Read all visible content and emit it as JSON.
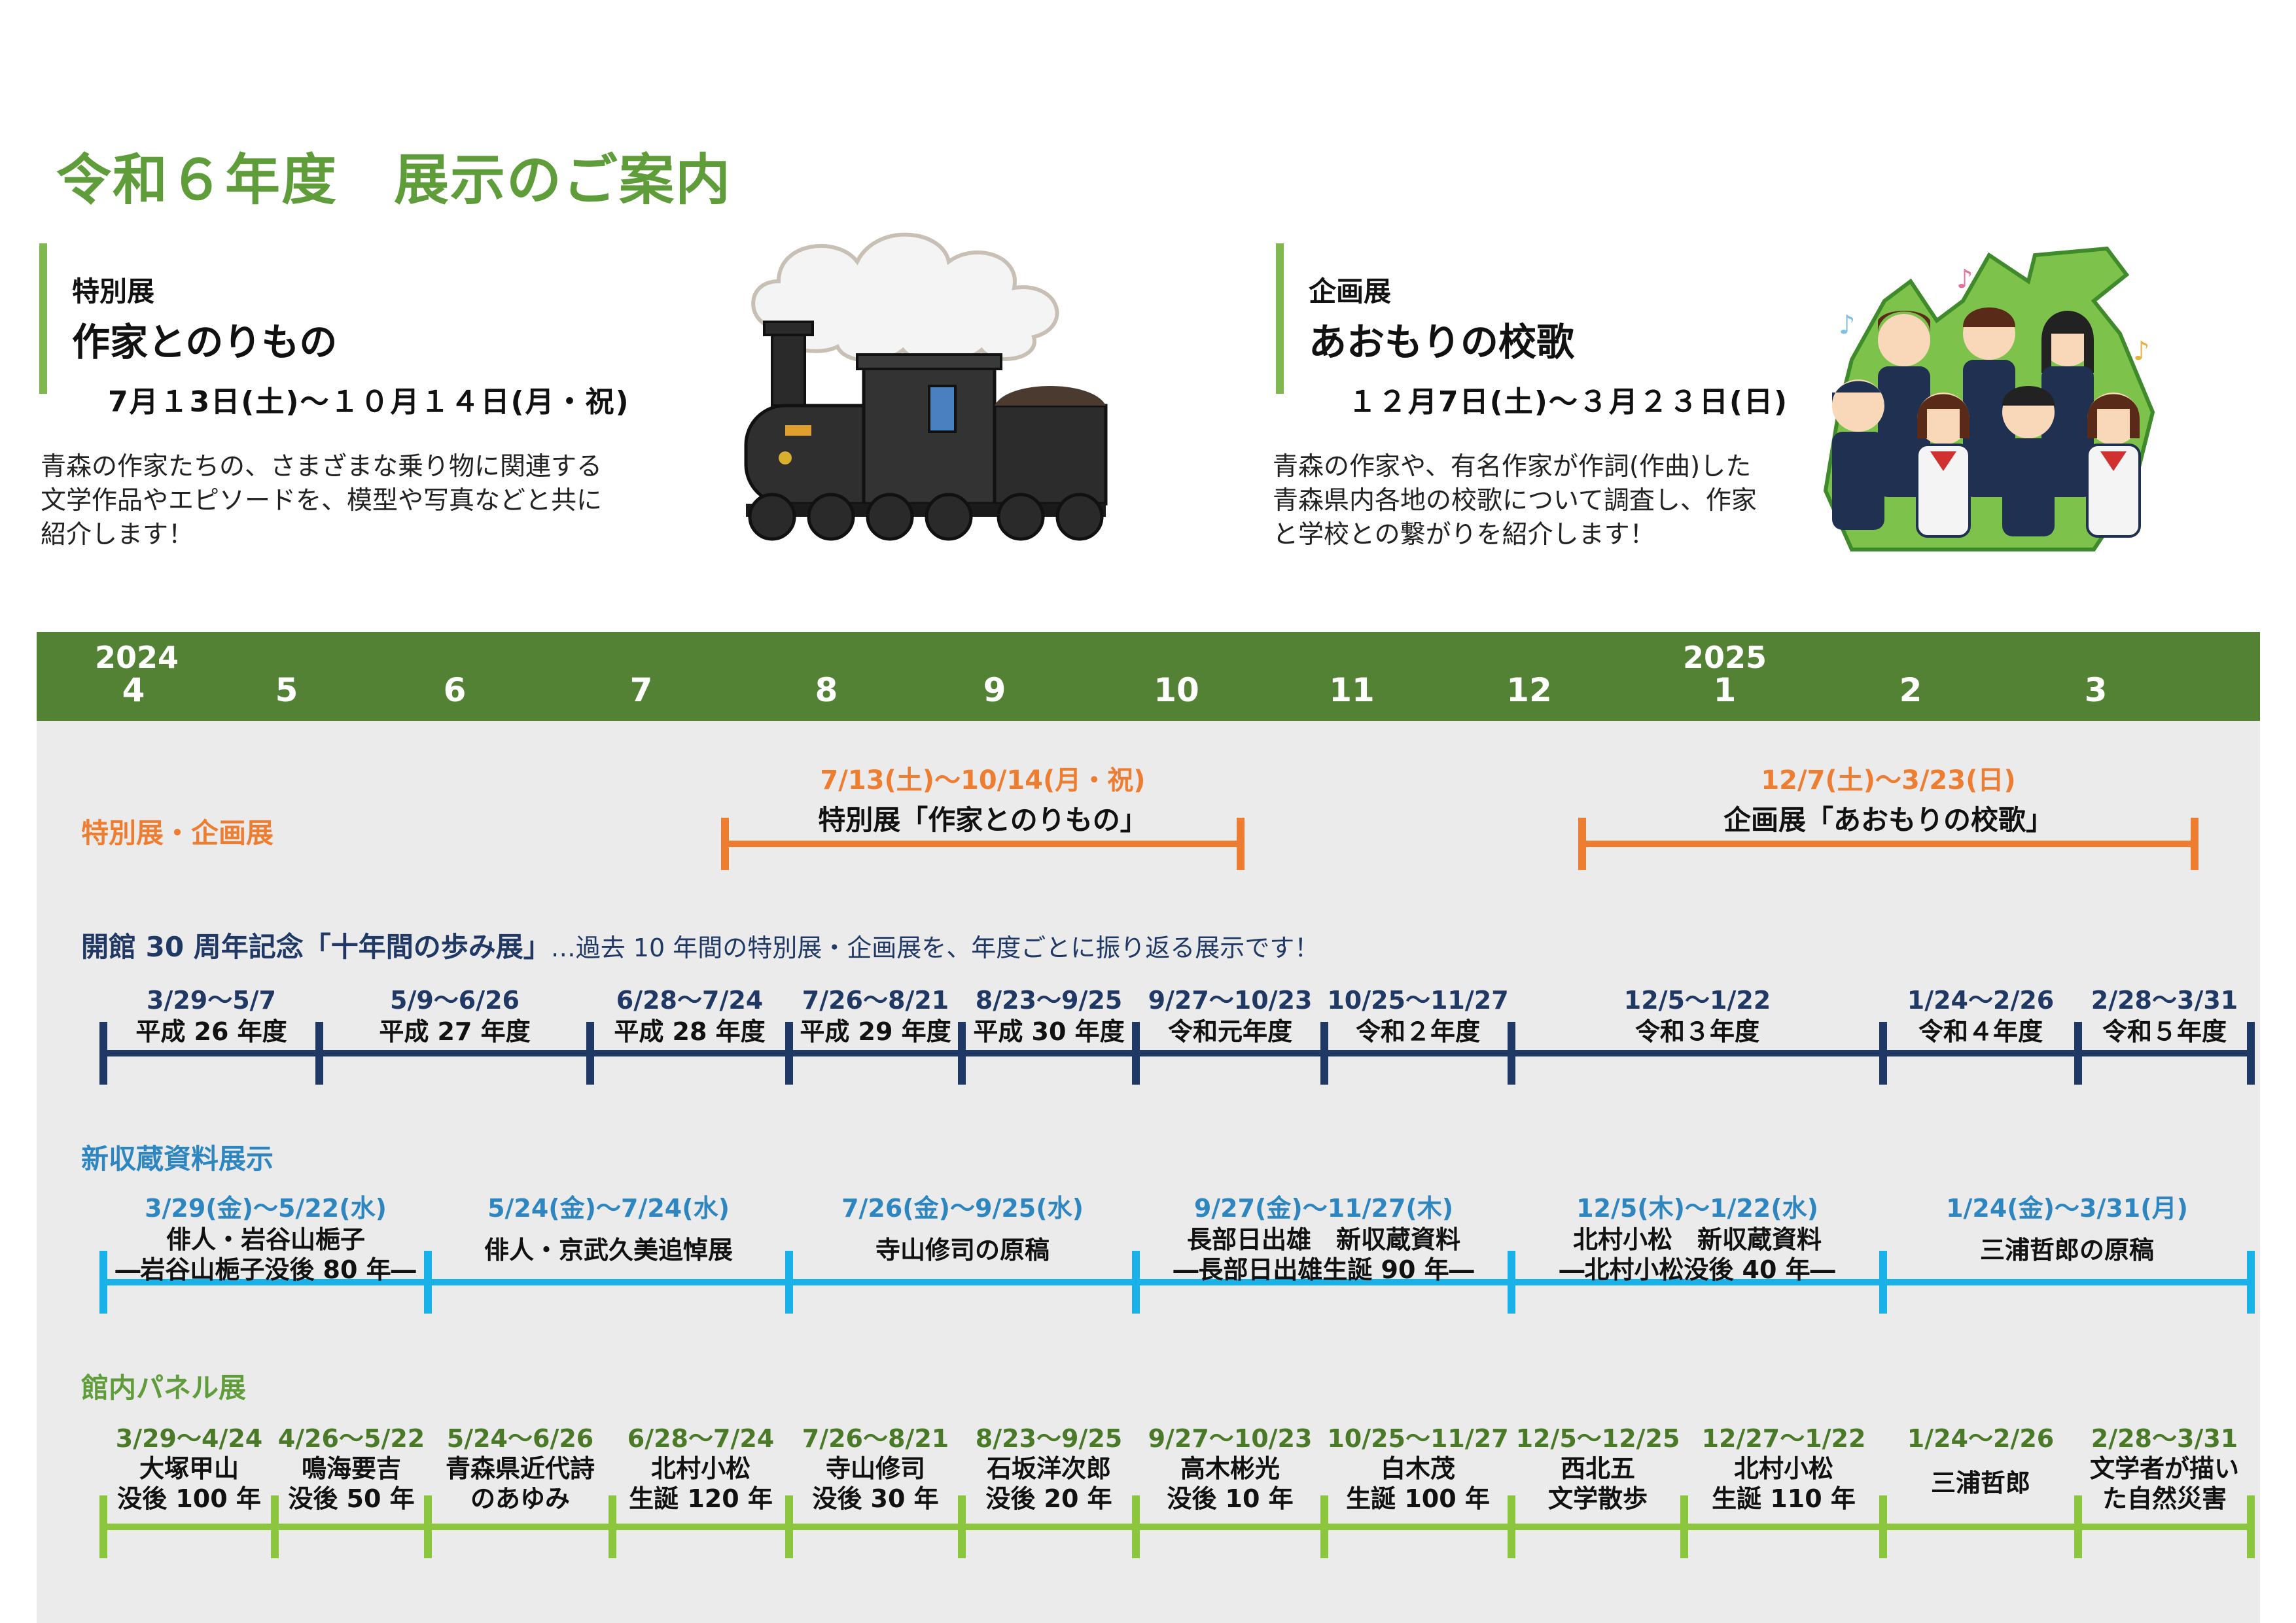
{
  "page_title": "令和６年度　展示のご案内",
  "special": {
    "category": "特別展",
    "name": "作家とのりもの",
    "dates": "7月１3日(土)～１０月１４日(月・祝)",
    "description": "青森の作家たちの、さまざまな乗り物に関連する\n文学作品やエピソードを、模型や写真などと共に\n紹介します！",
    "image": "steam-locomotive-illustration"
  },
  "planned": {
    "category": "企画展",
    "name": "あおもりの校歌",
    "dates": "１２月7日(土)～３月２３日(日)",
    "description": "青森の作家や、有名作家が作詞(作曲)した\n青森県内各地の校歌について調査し、作家\nと学校との繋がりを紹介します！",
    "image": "students-singing-illustration"
  },
  "timeline": {
    "year_2024": "2024",
    "year_2025": "2025",
    "months": [
      "4",
      "5",
      "6",
      "7",
      "8",
      "9",
      "10",
      "11",
      "12",
      "1",
      "2",
      "3"
    ],
    "colors": {
      "band": "#548235",
      "orange": "#ed7d31",
      "navy": "#203864",
      "blue": "#1ab0e8",
      "green": "#8cc63f"
    }
  },
  "row_special": {
    "heading": "特別展・企画展",
    "items": [
      {
        "date": "7/13(土)～10/14(月・祝)",
        "title": "特別展「作家とのりもの」"
      },
      {
        "date": "12/7(土)～3/23(日)",
        "title": "企画展「あおもりの校歌」"
      }
    ]
  },
  "row_anniv": {
    "heading": "開館 30 周年記念「十年間の歩み展」",
    "subheading": "…過去 10 年間の特別展・企画展を、年度ごとに振り返る展示です！",
    "items": [
      {
        "date": "3/29～5/7",
        "label": "平成 26 年度"
      },
      {
        "date": "5/9～6/26",
        "label": "平成 27 年度"
      },
      {
        "date": "6/28～7/24",
        "label": "平成 28 年度"
      },
      {
        "date": "7/26～8/21",
        "label": "平成 29 年度"
      },
      {
        "date": "8/23～9/25",
        "label": "平成 30 年度"
      },
      {
        "date": "9/27～10/23",
        "label": "令和元年度"
      },
      {
        "date": "10/25～11/27",
        "label": "令和２年度"
      },
      {
        "date": "12/5～1/22",
        "label": "令和３年度"
      },
      {
        "date": "1/24～2/26",
        "label": "令和４年度"
      },
      {
        "date": "2/28～3/31",
        "label": "令和５年度"
      }
    ]
  },
  "row_new": {
    "heading": "新収蔵資料展示",
    "items": [
      {
        "date": "3/29(金)～5/22(水)",
        "line1": "俳人・岩谷山梔子",
        "line2": "―岩谷山梔子没後 80 年―"
      },
      {
        "date": "5/24(金)～7/24(水)",
        "line1": "俳人・京武久美追悼展",
        "line2": ""
      },
      {
        "date": "7/26(金)～9/25(水)",
        "line1": "寺山修司の原稿",
        "line2": ""
      },
      {
        "date": "9/27(金)～11/27(木)",
        "line1": "長部日出雄　新収蔵資料",
        "line2": "―長部日出雄生誕 90 年―"
      },
      {
        "date": "12/5(木)～1/22(水)",
        "line1": "北村小松　新収蔵資料",
        "line2": "―北村小松没後 40 年―"
      },
      {
        "date": "1/24(金)～3/31(月)",
        "line1": "三浦哲郎の原稿",
        "line2": ""
      }
    ]
  },
  "row_panel": {
    "heading": "館内パネル展",
    "items": [
      {
        "date": "3/29～4/24",
        "line1": "大塚甲山",
        "line2": "没後 100 年"
      },
      {
        "date": "4/26～5/22",
        "line1": "鳴海要吉",
        "line2": "没後 50 年"
      },
      {
        "date": "5/24～6/26",
        "line1": "青森県近代詩",
        "line2": "のあゆみ"
      },
      {
        "date": "6/28～7/24",
        "line1": "北村小松",
        "line2": "生誕 120 年"
      },
      {
        "date": "7/26～8/21",
        "line1": "寺山修司",
        "line2": "没後 30 年"
      },
      {
        "date": "8/23～9/25",
        "line1": "石坂洋次郎",
        "line2": "没後 20 年"
      },
      {
        "date": "9/27～10/23",
        "line1": "高木彬光",
        "line2": "没後 10 年"
      },
      {
        "date": "10/25～11/27",
        "line1": "白木茂",
        "line2": "生誕 100 年"
      },
      {
        "date": "12/5～12/25",
        "line1": "西北五",
        "line2": "文学散歩"
      },
      {
        "date": "12/27～1/22",
        "line1": "北村小松",
        "line2": "生誕 110 年"
      },
      {
        "date": "1/24～2/26",
        "line1": "三浦哲郎",
        "line2": ""
      },
      {
        "date": "2/28～3/31",
        "line1": "文学者が描い",
        "line2": "た自然災害"
      }
    ]
  }
}
